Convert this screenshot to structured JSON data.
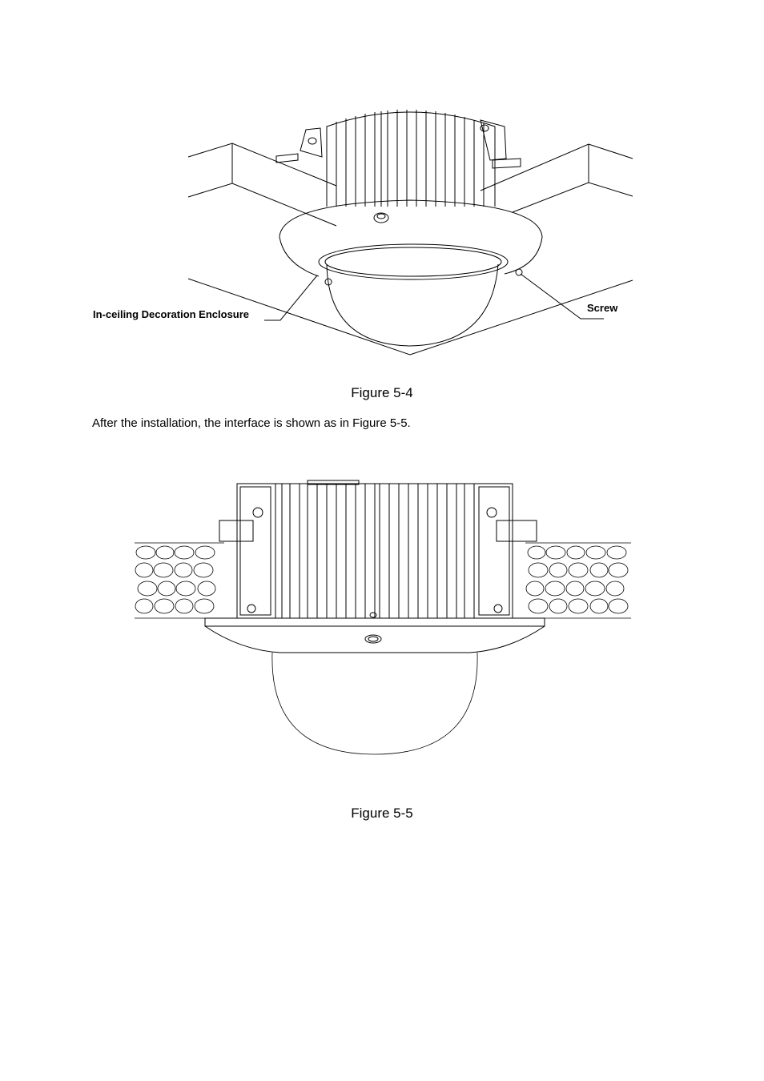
{
  "figure4": {
    "caption": "Figure 5-4",
    "label_enclosure": "In-ceiling Decoration Enclosure",
    "label_screw": "Screw"
  },
  "paragraph": "After the installation, the interface is shown as in Figure 5-5.",
  "figure5": {
    "caption": "Figure 5-5"
  }
}
